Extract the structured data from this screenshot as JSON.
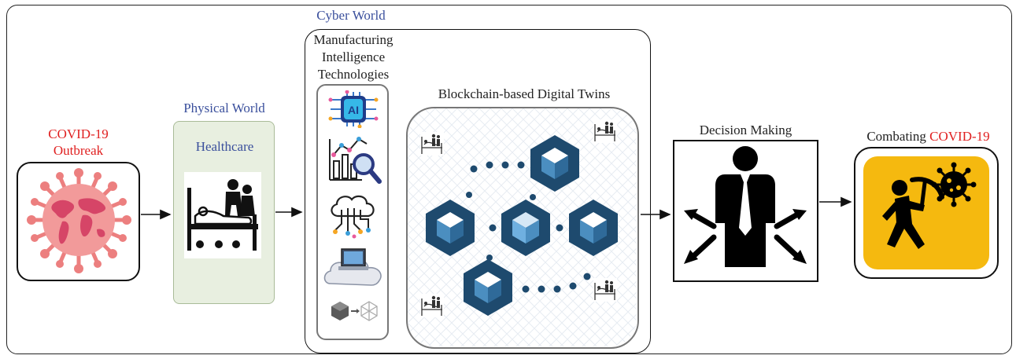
{
  "labels": {
    "covid_line1": "COVID-19",
    "covid_line2": "Outbreak",
    "physical_world": "Physical World",
    "healthcare": "Healthcare",
    "cyber_world": "Cyber World",
    "mit_line1": "Manufacturing",
    "mit_line2": "Intelligence",
    "mit_line3": "Technologies",
    "bdt_title": "Blockchain-based Digital Twins",
    "decision_making": "Decision Making",
    "combating_prefix": "Combating ",
    "combating_highlight": "COVID-19",
    "ai_badge": "AI"
  },
  "colors": {
    "blue_label": "#3a4f9c",
    "red_label": "#e02020",
    "virus": "#ec7f7f",
    "virus_map": "#d64567",
    "cube_dark": "#1e4a6e",
    "cube_light": "#4b8ec0",
    "healthcare_bg": "#e8efe0",
    "combat_bg": "#f5b90f"
  },
  "icons": [
    "virus-globe-icon",
    "hospital-bed-icon",
    "ai-chip-icon",
    "analytics-icon",
    "cloud-network-icon",
    "cloud-computer-icon",
    "cube-transform-icon",
    "blockchain-cube-icon",
    "patient-bed-icon",
    "businessman-arrows-icon",
    "fight-virus-icon"
  ]
}
